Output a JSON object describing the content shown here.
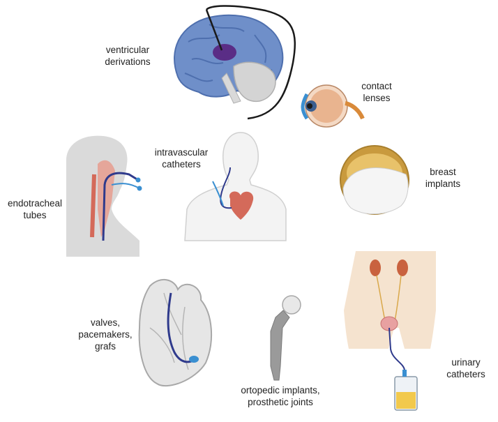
{
  "labels": {
    "ventricular": "ventricular\nderivations",
    "contact": "contact\nlenses",
    "intravascular": "intravascular\ncatheters",
    "breast": "breast\nimplants",
    "endotracheal": "endotracheal\ntubes",
    "valves": "valves,\npacemakers,\ngrafs",
    "ortopedic": "ortopedic implants,\nprosthetic joints",
    "urinary": "urinary\ncatheters"
  },
  "colors": {
    "brain": "#6f8fc9",
    "brain_dark": "#4e6fae",
    "thalamus": "#5a2d86",
    "cerebellum": "#d4d4d4",
    "skin": "#f3c9a8",
    "pelvis_skin": "#f5e3cf",
    "breast_shell": "#c99a3e",
    "breast_gel": "#f5f5f5",
    "silhouette": "#dadada",
    "body_outline": "#e8e8e8",
    "heart": "#d46a5a",
    "metal": "#9a9a9a",
    "kidney": "#c9623f",
    "urine": "#f2c94c",
    "catheter": "#3a8fd1",
    "catheter_line": "#2f3a8c"
  }
}
